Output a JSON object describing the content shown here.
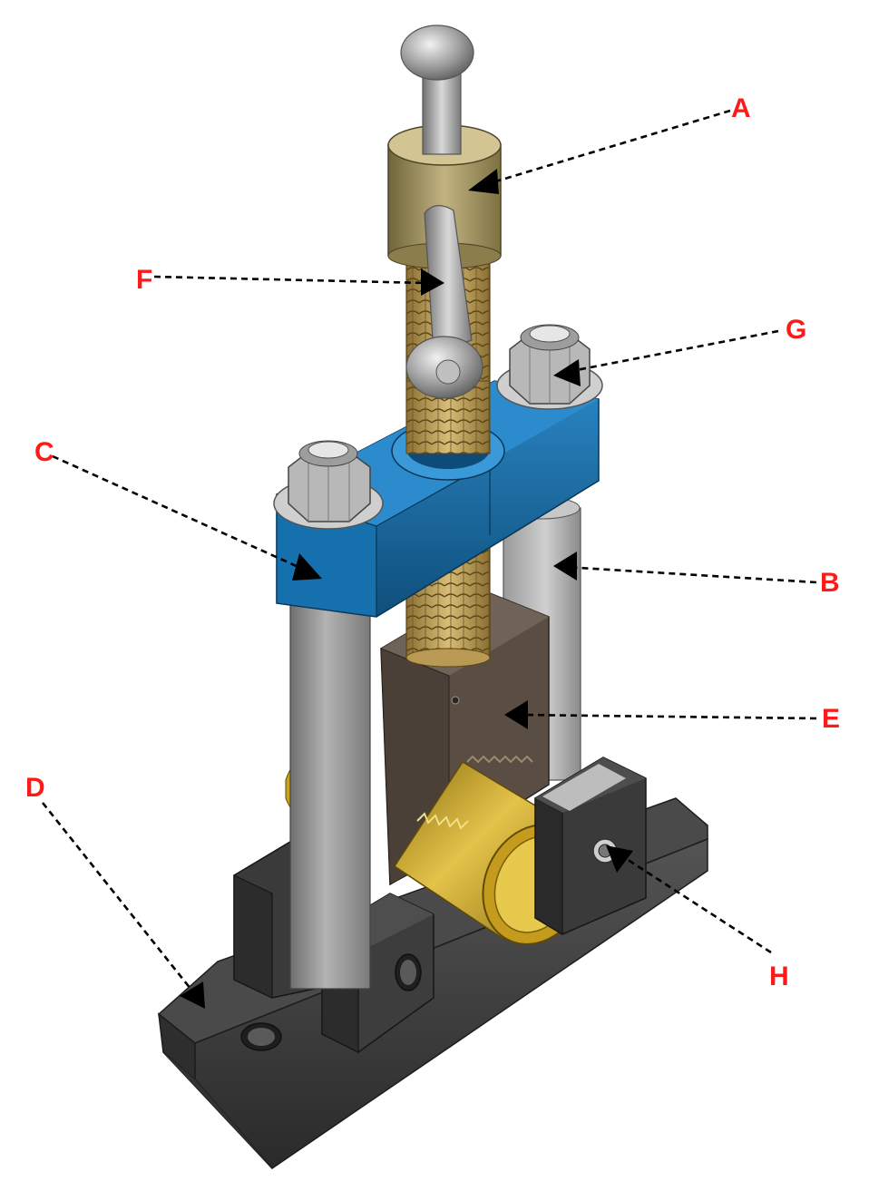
{
  "labels": {
    "A": "A",
    "B": "B",
    "C": "C",
    "D": "D",
    "E": "E",
    "F": "F",
    "G": "G",
    "H": "H"
  },
  "colors": {
    "label": "#ff1a1a",
    "base": "#3d3d3d",
    "column": "#8e8e8e",
    "crosshead": "#1d6aa0",
    "screw": "#c4a45a",
    "nut": "#a89960",
    "jaw": "#5a4e44",
    "roller": "#c9a21f",
    "handle": "#a9a9a9",
    "bolt": "#b8b8b8"
  },
  "icons": {
    "callouts": "dashed-leader-arrow"
  }
}
